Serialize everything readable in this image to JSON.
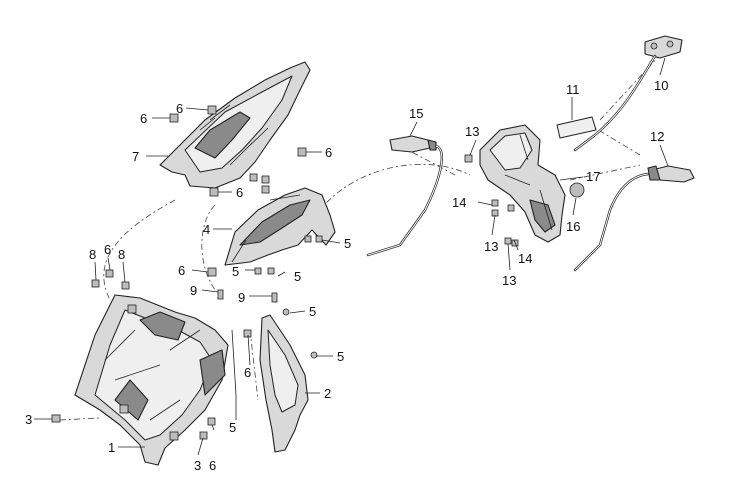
{
  "diagram": {
    "callouts": [
      {
        "id": "c1",
        "text": "1"
      },
      {
        "id": "c2",
        "text": "2"
      },
      {
        "id": "c3a",
        "text": "3"
      },
      {
        "id": "c3b",
        "text": "3"
      },
      {
        "id": "c4",
        "text": "4"
      },
      {
        "id": "c5a",
        "text": "5"
      },
      {
        "id": "c5b",
        "text": "5"
      },
      {
        "id": "c5c",
        "text": "5"
      },
      {
        "id": "c5d",
        "text": "5"
      },
      {
        "id": "c5e",
        "text": "5"
      },
      {
        "id": "c5f",
        "text": "5"
      },
      {
        "id": "c6a",
        "text": "6"
      },
      {
        "id": "c6b",
        "text": "6"
      },
      {
        "id": "c6c",
        "text": "6"
      },
      {
        "id": "c6d",
        "text": "6"
      },
      {
        "id": "c6e",
        "text": "6"
      },
      {
        "id": "c6f",
        "text": "6"
      },
      {
        "id": "c6g",
        "text": "6"
      },
      {
        "id": "c6h",
        "text": "6"
      },
      {
        "id": "c7",
        "text": "7"
      },
      {
        "id": "c8a",
        "text": "8"
      },
      {
        "id": "c8b",
        "text": "8"
      },
      {
        "id": "c9a",
        "text": "9"
      },
      {
        "id": "c9b",
        "text": "9"
      },
      {
        "id": "c10",
        "text": "10"
      },
      {
        "id": "c11",
        "text": "11"
      },
      {
        "id": "c12",
        "text": "12"
      },
      {
        "id": "c13a",
        "text": "13"
      },
      {
        "id": "c13b",
        "text": "13"
      },
      {
        "id": "c13c",
        "text": "13"
      },
      {
        "id": "c14a",
        "text": "14"
      },
      {
        "id": "c14b",
        "text": "14"
      },
      {
        "id": "c15",
        "text": "15"
      },
      {
        "id": "c16",
        "text": "16"
      },
      {
        "id": "c17",
        "text": "17"
      }
    ]
  }
}
